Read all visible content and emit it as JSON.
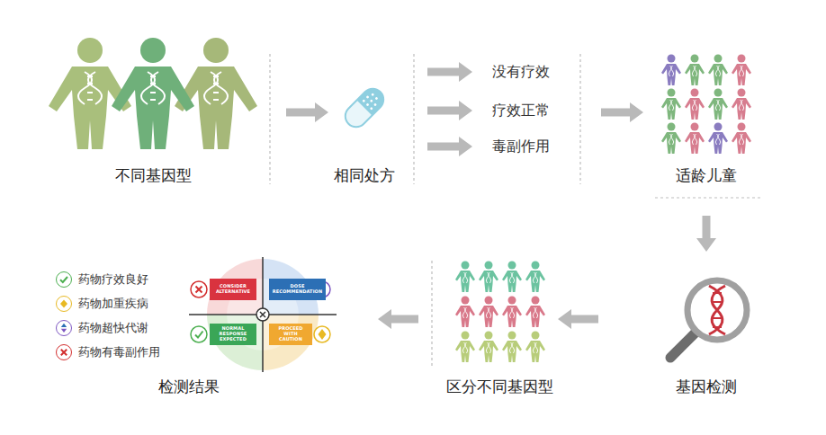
{
  "diagram": {
    "nodes": [
      {
        "text": [
          "不同基因型"
        ]
      },
      {
        "text": [
          "相同处方"
        ]
      },
      {
        "text": [
          "没有疗效"
        ]
      },
      {
        "text": [
          "疗效正常"
        ]
      },
      {
        "text": [
          "毒副作用"
        ]
      },
      {
        "text": [
          "适龄儿童"
        ]
      },
      {
        "text": [
          "基因检测"
        ]
      },
      {
        "text": [
          "区分不同基因型"
        ]
      },
      {
        "text": [
          "检测结果"
        ]
      },
      {
        "text": [
          "CONSIDER ALTERNATIVE"
        ],
        "in": 8
      },
      {
        "text": [
          "DOSE RECOMMENDATION"
        ],
        "in": 8
      },
      {
        "text": [
          "NORMAL RESPONSE EXPECTED"
        ],
        "in": 8
      },
      {
        "text": [
          "PROCEED WITH CAUTION"
        ],
        "in": 8
      }
    ],
    "edges": [
      {
        "from": 0,
        "to": 1,
        "arrow": "to"
      },
      {
        "from": 1,
        "to": 2,
        "arrow": "to"
      },
      {
        "from": 1,
        "to": 3,
        "arrow": "to"
      },
      {
        "from": 1,
        "to": 4,
        "arrow": "to"
      },
      {
        "from": 3,
        "to": 5,
        "arrow": "to"
      },
      {
        "from": 5,
        "to": 6,
        "arrow": "to"
      },
      {
        "from": 6,
        "to": 7,
        "arrow": "to"
      },
      {
        "from": 7,
        "to": 8,
        "arrow": "to"
      }
    ],
    "legend": [
      {
        "text": "药物疗效良好",
        "color": "#4caf50"
      },
      {
        "text": "药物加重疾病",
        "color": "#e8b923"
      },
      {
        "text": "药物超快代谢",
        "color": "#7e57c2"
      },
      {
        "text": "药物有毒副作用",
        "color": "#d32f2f"
      }
    ]
  }
}
